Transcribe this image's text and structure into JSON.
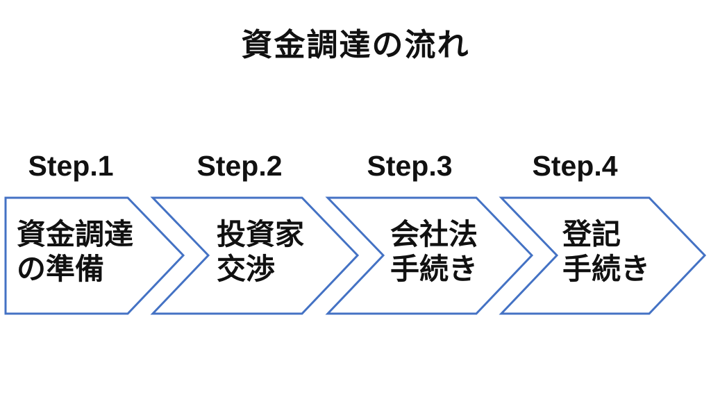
{
  "title": "資金調達の流れ",
  "colors": {
    "chevron_border": "#4472C4",
    "chevron_fill": "#FFFFFF",
    "text": "#111111"
  },
  "steps": [
    {
      "label": "Step.1",
      "line1": "資金調達",
      "line2": "の準備"
    },
    {
      "label": "Step.2",
      "line1": "投資家",
      "line2": "交渉"
    },
    {
      "label": "Step.3",
      "line1": "会社法",
      "line2": "手続き"
    },
    {
      "label": "Step.4",
      "line1": "登記",
      "line2": "手続き"
    }
  ]
}
